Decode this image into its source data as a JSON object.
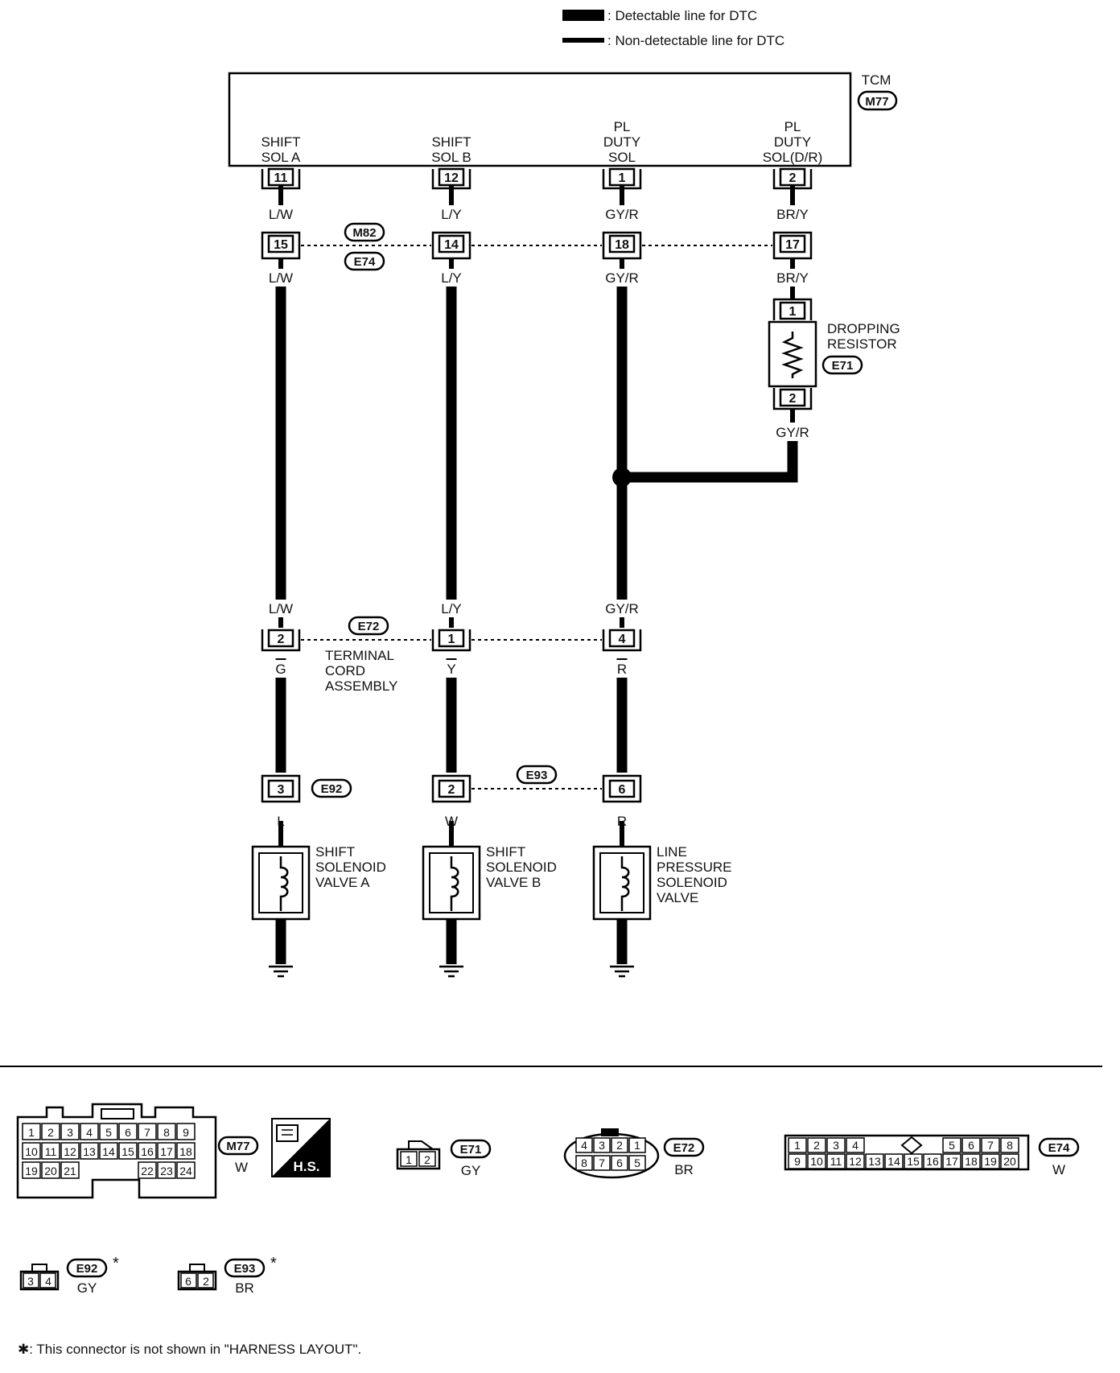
{
  "legend": {
    "detectable": ": Detectable line for DTC",
    "non_detectable": ": Non-detectable line for DTC"
  },
  "tcm": {
    "title": "TCM",
    "connector": "M77",
    "terminals": [
      {
        "lines": [
          "SHIFT",
          "SOL A"
        ],
        "pin": "11"
      },
      {
        "lines": [
          "SHIFT",
          "SOL B"
        ],
        "pin": "12"
      },
      {
        "lines": [
          "PL",
          "DUTY",
          "SOL"
        ],
        "pin": "1"
      },
      {
        "lines": [
          "PL",
          "DUTY",
          "SOL(D/R)"
        ],
        "pin": "2"
      }
    ]
  },
  "wire_colors_top": [
    "L/W",
    "L/Y",
    "GY/R",
    "BR/Y"
  ],
  "joint_m82_e74": {
    "connectors": [
      "M82",
      "E74"
    ],
    "pins": [
      "15",
      "14",
      "18",
      "17"
    ],
    "colors_below": [
      "L/W",
      "L/Y",
      "GY/R",
      "BR/Y"
    ]
  },
  "dropping_resistor": {
    "lines": [
      "DROPPING",
      "RESISTOR"
    ],
    "connector": "E71",
    "pins": [
      "1",
      "2"
    ],
    "color_out": "GY/R"
  },
  "terminal_cord": {
    "connector": "E72",
    "lines": [
      "TERMINAL",
      "CORD",
      "ASSEMBLY"
    ],
    "colors_above": [
      "L/W",
      "L/Y",
      "GY/R"
    ],
    "pins": [
      "2",
      "1",
      "4"
    ],
    "colors_below": [
      "G",
      "Y",
      "R"
    ]
  },
  "e92": {
    "connector": "E92",
    "pin": "3",
    "color": "L"
  },
  "e93": {
    "connector": "E93",
    "pins": [
      "2",
      "6"
    ],
    "colors": [
      "W",
      "R"
    ]
  },
  "valves": [
    {
      "lines": [
        "SHIFT",
        "SOLENOID",
        "VALVE A"
      ]
    },
    {
      "lines": [
        "SHIFT",
        "SOLENOID",
        "VALVE B"
      ]
    },
    {
      "lines": [
        "LINE",
        "PRESSURE",
        "SOLENOID",
        "VALVE"
      ]
    }
  ],
  "connector_views": {
    "m77": {
      "id": "M77",
      "color": "W",
      "rows": [
        [
          "1",
          "2",
          "3",
          "4",
          "5",
          "6",
          "7",
          "8",
          "9"
        ],
        [
          "10",
          "11",
          "12",
          "13",
          "14",
          "15",
          "16",
          "17",
          "18"
        ],
        [
          "19",
          "20",
          "21",
          "22",
          "23",
          "24"
        ]
      ]
    },
    "hs": "H.S.",
    "e71": {
      "id": "E71",
      "color": "GY",
      "pins": [
        "1",
        "2"
      ]
    },
    "e72": {
      "id": "E72",
      "color": "BR",
      "rows": [
        [
          "4",
          "3",
          "2",
          "1"
        ],
        [
          "8",
          "7",
          "6",
          "5"
        ]
      ]
    },
    "e74": {
      "id": "E74",
      "color": "W",
      "rows": [
        [
          "1",
          "2",
          "3",
          "4",
          "5",
          "6",
          "7",
          "8"
        ],
        [
          "9",
          "10",
          "11",
          "12",
          "13",
          "14",
          "15",
          "16",
          "17",
          "18",
          "19",
          "20"
        ]
      ]
    },
    "e92": {
      "id": "E92",
      "color": "GY",
      "pins": [
        "3",
        "4"
      ]
    },
    "e93": {
      "id": "E93",
      "color": "BR",
      "pins": [
        "6",
        "2"
      ]
    }
  },
  "footnote": "✱: This connector is not shown in \"HARNESS LAYOUT\"."
}
